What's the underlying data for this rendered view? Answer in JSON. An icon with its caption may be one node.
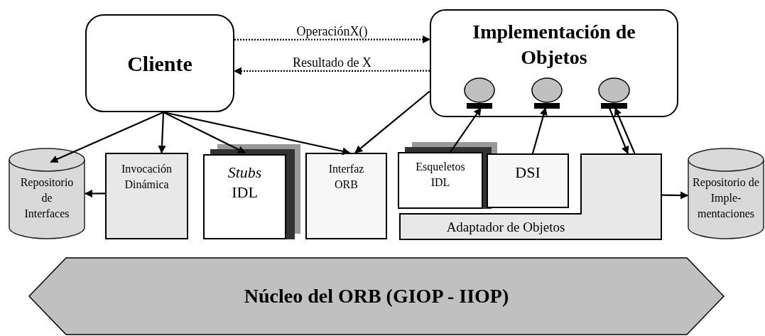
{
  "diagram": {
    "nodes": [
      {
        "text": [
          "Cliente"
        ]
      },
      {
        "text": [
          "Implementación de Objetos"
        ]
      },
      {
        "text": [],
        "shape": "circle",
        "in": 1
      },
      {
        "text": [],
        "shape": "circle",
        "in": 1
      },
      {
        "text": [],
        "shape": "circle",
        "in": 1
      },
      {
        "text": [
          "Repositorio de Interfaces"
        ]
      },
      {
        "text": [
          "Invocación Dinámica"
        ]
      },
      {
        "text": [
          "*Stubs* IDL"
        ]
      },
      {
        "text": [
          "Interfaz ORB"
        ]
      },
      {
        "text": [
          "Esqueletos IDL"
        ]
      },
      {
        "text": [
          "DSI"
        ]
      },
      {
        "text": [
          "Adaptador de Objetos"
        ]
      },
      {
        "text": [
          "Repositorio de Imple- mentaciones"
        ]
      },
      {
        "text": [
          "Núcleo del ORB (GIOP - IIOP)"
        ]
      }
    ],
    "edges": [
      {
        "from": 0,
        "to": 1,
        "arrow": "to",
        "label": "OperaciónX()",
        "style": "dashed"
      },
      {
        "from": 1,
        "to": 0,
        "arrow": "to",
        "label": "Resultado de X",
        "style": "dashed"
      },
      {
        "from": 0,
        "to": 5,
        "arrow": "to"
      },
      {
        "from": 0,
        "to": 6,
        "arrow": "to"
      },
      {
        "from": 0,
        "to": 7,
        "arrow": "to"
      },
      {
        "from": 0,
        "to": 8,
        "arrow": "to"
      },
      {
        "from": 1,
        "to": 8,
        "arrow": "to"
      },
      {
        "from": 6,
        "to": 5,
        "arrow": "to"
      },
      {
        "from": 9,
        "to": 2,
        "arrow": "to"
      },
      {
        "from": 10,
        "to": 3,
        "arrow": "to"
      },
      {
        "from": 4,
        "to": 11,
        "arrow": "to"
      },
      {
        "from": 11,
        "to": 4,
        "arrow": "to"
      },
      {
        "from": 11,
        "to": 12,
        "arrow": "to"
      }
    ]
  }
}
